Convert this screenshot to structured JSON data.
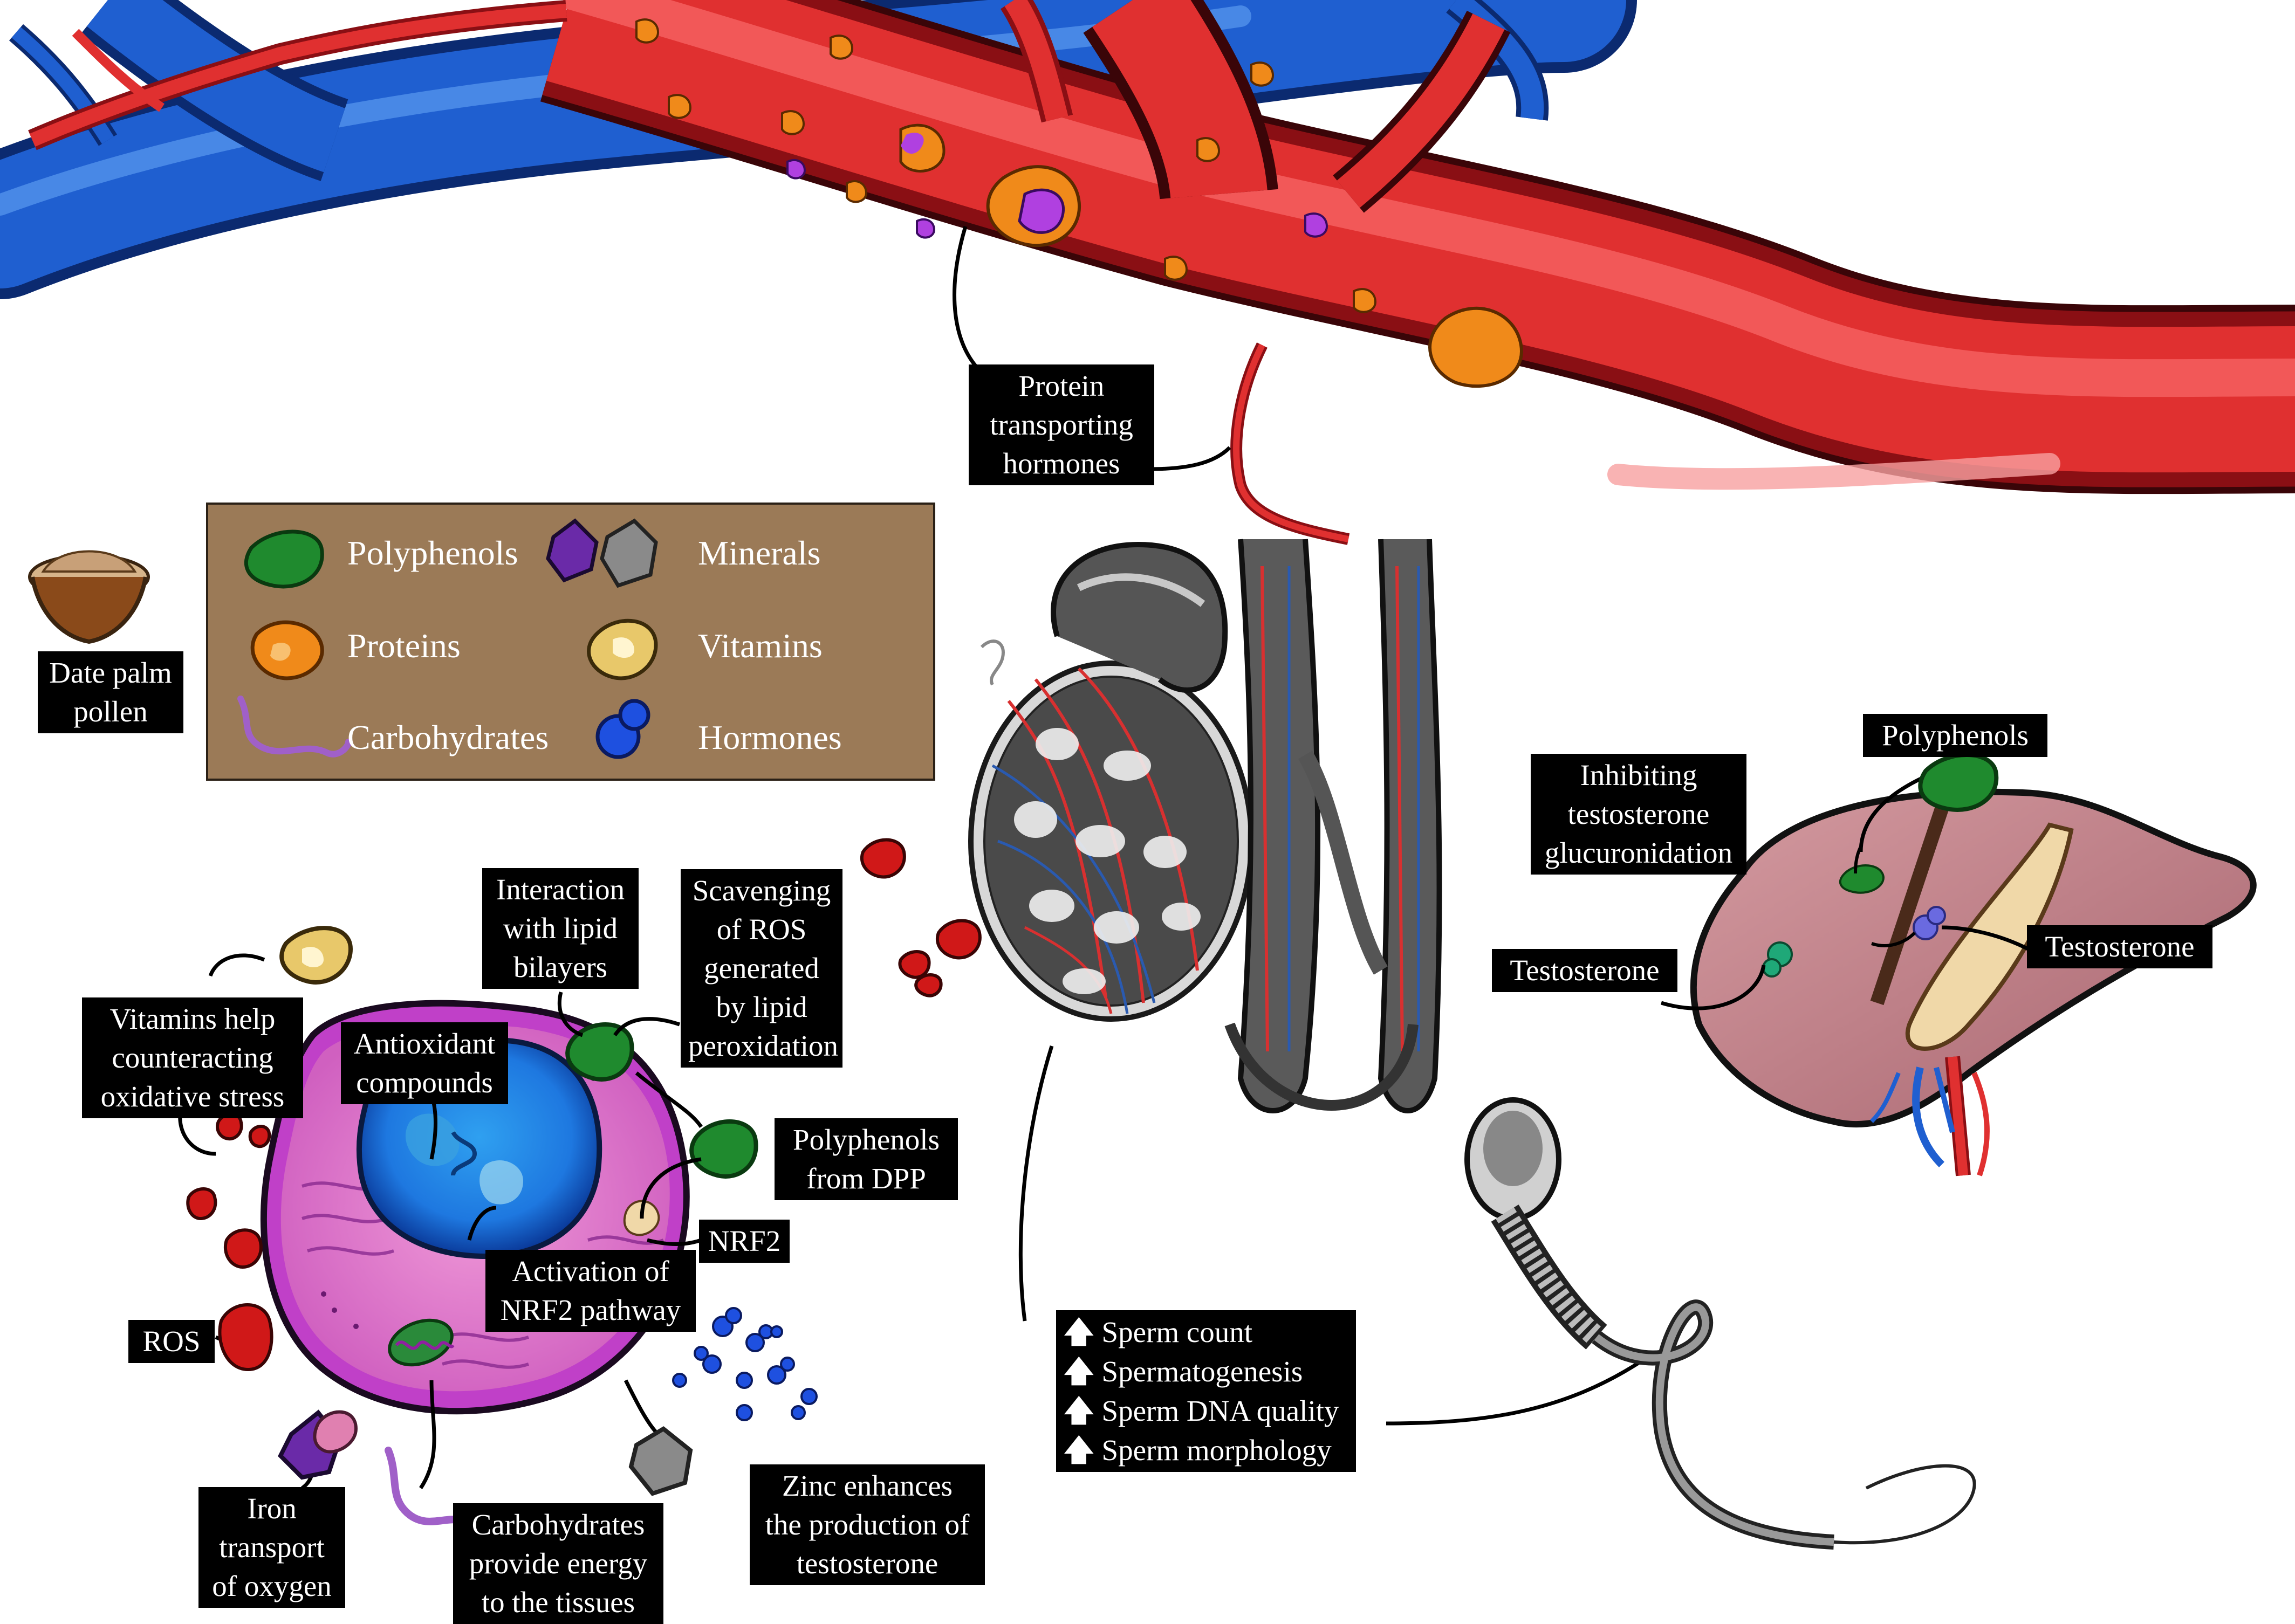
{
  "colors": {
    "artery": "#e03030",
    "artery_dark": "#8a0f14",
    "vein": "#1f5fd0",
    "vein_dark": "#0b2a70",
    "polyphenols": "#1f8a2e",
    "proteins": "#f08a1a",
    "vitamins": "#e8c86a",
    "minerals_purple": "#6a2aa8",
    "minerals_gray": "#8a8a8a",
    "carbohydrates": "#a060c8",
    "hormones": "#1e50e0",
    "ros": "#d01818",
    "cell_membrane": "#c040c8",
    "cell_cytoplasm": "#e080c8",
    "nucleus": "#1e78e0",
    "liver": "#c08088",
    "legend_bg": "#9b7a57"
  },
  "legend": {
    "items": [
      {
        "label": "Polyphenols",
        "icon": "polyphenols-icon"
      },
      {
        "label": "Proteins",
        "icon": "proteins-icon"
      },
      {
        "label": "Carbohydrates",
        "icon": "carbohydrates-icon"
      },
      {
        "label": "Minerals",
        "icon": "minerals-icon"
      },
      {
        "label": "Vitamins",
        "icon": "vitamins-icon"
      },
      {
        "label": "Hormones",
        "icon": "hormones-icon"
      }
    ]
  },
  "source": {
    "lines": [
      "Date palm",
      "pollen"
    ],
    "icon": "pollen-bowl-icon"
  },
  "blood": {
    "protein_label": [
      "Protein",
      "transporting",
      "hormones"
    ]
  },
  "cell": {
    "lipid": [
      "Interaction",
      "with lipid",
      "bilayers"
    ],
    "scavenging": [
      "Scavenging",
      "of ROS",
      "generated",
      "by lipid",
      "peroxidation"
    ],
    "vitamins": [
      "Vitamins help",
      "counteracting",
      "oxidative stress"
    ],
    "antioxidant": [
      "Antioxidant",
      "compounds"
    ],
    "polyphenols_dpp": [
      "Polyphenols",
      "from DPP"
    ],
    "nrf2": "NRF2",
    "activation": [
      "Activation of",
      "NRF2 pathway"
    ],
    "ros": "ROS",
    "iron": [
      "Iron",
      "transport",
      "of oxygen"
    ],
    "carbs": [
      "Carbohydrates",
      "provide energy",
      "to the tissues"
    ],
    "zinc": [
      "Zinc enhances",
      "the production of",
      "testosterone"
    ]
  },
  "outcomes": {
    "items": [
      "Sperm count",
      "Spermatogenesis",
      "Sperm DNA quality",
      "Sperm morphology"
    ],
    "arrow": "up-arrow-icon"
  },
  "liver": {
    "polyphenols": "Polyphenols",
    "inhibiting": [
      "Inhibiting",
      "testosterone",
      "glucuronidation"
    ],
    "testosterone_left": "Testosterone",
    "testosterone_right": "Testosterone"
  }
}
